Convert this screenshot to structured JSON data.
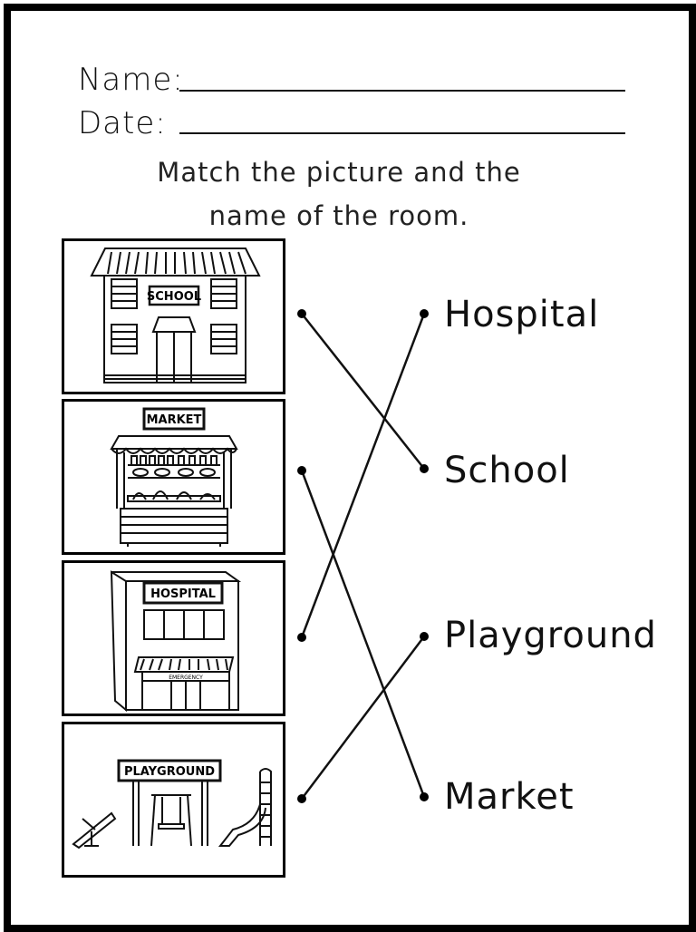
{
  "header": {
    "name_label": "Name:",
    "date_label": "Date:"
  },
  "instructions": {
    "line1": "Match the picture and the",
    "line2": "name of the room."
  },
  "pictures": [
    {
      "sign": "SCHOOL",
      "icon": "school-building-icon"
    },
    {
      "sign": "MARKET",
      "icon": "market-stall-icon"
    },
    {
      "sign": "HOSPITAL",
      "sub_sign": "EMERGENCY",
      "icon": "hospital-building-icon"
    },
    {
      "sign": "PLAYGROUND",
      "icon": "playground-icon"
    }
  ],
  "words": [
    "Hospital",
    "School",
    "Playground",
    "Market"
  ],
  "matches": [
    {
      "picture": 0,
      "word": 1
    },
    {
      "picture": 1,
      "word": 3
    },
    {
      "picture": 2,
      "word": 0
    },
    {
      "picture": 3,
      "word": 2
    }
  ]
}
